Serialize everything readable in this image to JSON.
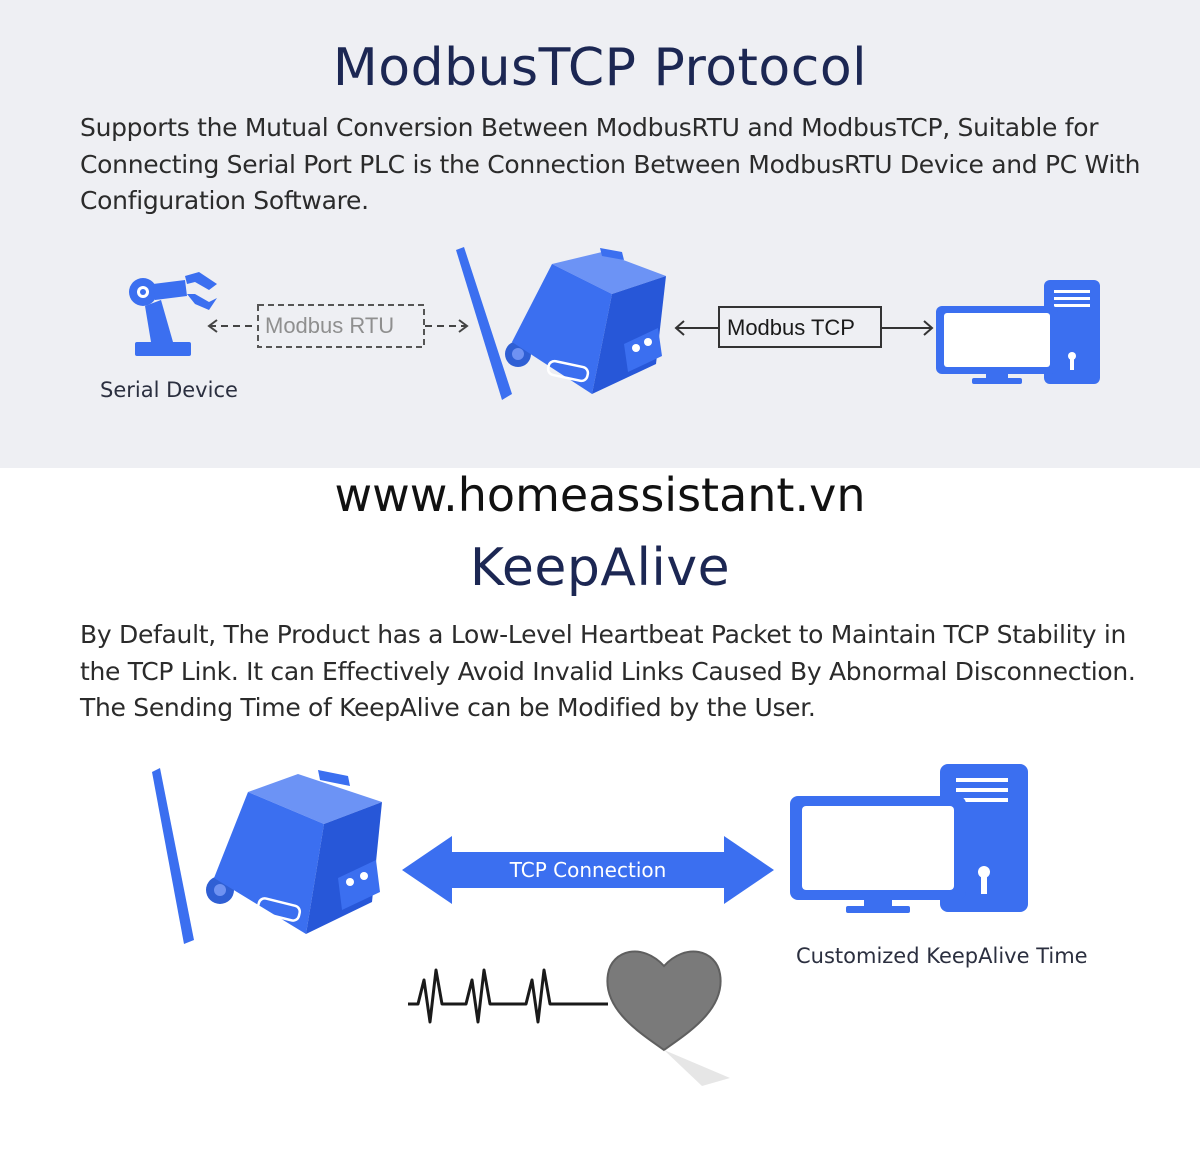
{
  "section1": {
    "title": "ModbusTCP Protocol",
    "description": "Supports the Mutual Conversion Between ModbusRTU and ModbusTCP, Suitable for Connecting Serial Port PLC is the Connection Between ModbusRTU Device and PC With Configuration Software.",
    "diagram": {
      "serial_device_label": "Serial Device",
      "rtu_link_label": "Modbus RTU",
      "tcp_link_label": "Modbus TCP"
    }
  },
  "watermark": "www.homeassistant.vn",
  "section2": {
    "title": "KeepAlive",
    "description": "By Default, The Product has a Low-Level Heartbeat Packet to Maintain TCP Stability in the TCP Link. It can Effectively Avoid Invalid Links Caused By Abnormal Disconnection. The Sending Time of KeepAlive can be Modified by the User.",
    "diagram": {
      "connection_label": "TCP Connection",
      "computer_label": "Customized KeepAlive Time"
    }
  },
  "colors": {
    "accent_blue": "#3b6ff0",
    "dark_navy": "#1c2753",
    "panel_gray": "#eeeff3",
    "heart_gray": "#7a7a7a"
  },
  "icons": [
    "robot-arm-icon",
    "wireless-gateway-icon",
    "desktop-computer-icon",
    "heart-icon",
    "heartbeat-line-icon"
  ]
}
